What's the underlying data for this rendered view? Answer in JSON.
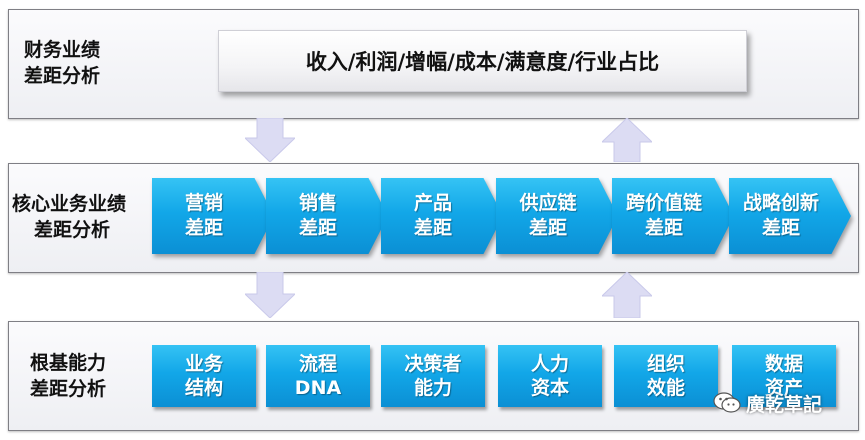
{
  "colors": {
    "accent_blue": "#12a7e8",
    "arrow_lavender": "#dcdcf3",
    "band_border": "#7f7f85"
  },
  "layers": {
    "financial": {
      "label": [
        "财务业绩",
        "差距分析"
      ],
      "content": "收入/利润/增幅/成本/满意度/行业占比"
    },
    "core": {
      "label": [
        "核心业务业绩",
        "差距分析"
      ],
      "chevrons": [
        {
          "line1": "营销",
          "line2": "差距"
        },
        {
          "line1": "销售",
          "line2": "差距"
        },
        {
          "line1": "产品",
          "line2": "差距"
        },
        {
          "line1": "供应链",
          "line2": "差距"
        },
        {
          "line1": "跨价值链",
          "line2": "差距"
        },
        {
          "line1": "战略创新",
          "line2": "差距"
        }
      ]
    },
    "foundation": {
      "label": [
        "根基能力",
        "差距分析"
      ],
      "boxes": [
        {
          "line1": "业务",
          "line2": "结构"
        },
        {
          "line1": "流程",
          "line2": "DNA"
        },
        {
          "line1": "决策者",
          "line2": "能力"
        },
        {
          "line1": "人力",
          "line2": "资本"
        },
        {
          "line1": "组织",
          "line2": "效能"
        },
        {
          "line1": "数据",
          "line2": "资产"
        }
      ]
    }
  },
  "arrows": {
    "down": [
      "arrow-down-icon",
      "arrow-down-icon"
    ],
    "up": [
      "arrow-up-icon",
      "arrow-up-icon"
    ]
  },
  "watermark": {
    "icon": "wechat-icon",
    "text": "廣乾草記"
  }
}
